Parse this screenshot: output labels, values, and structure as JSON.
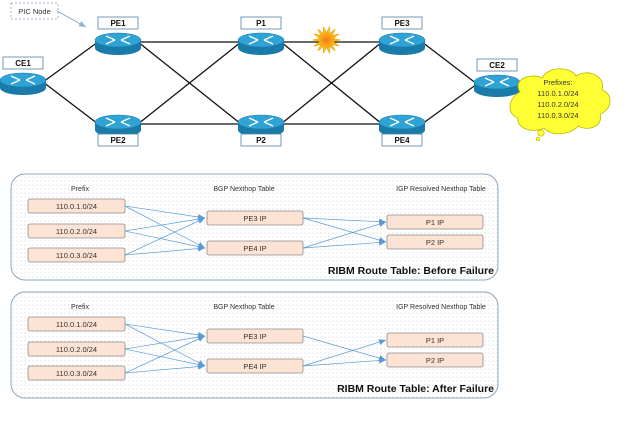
{
  "topology": {
    "callout": "PIC Node",
    "routers": [
      {
        "id": "CE1",
        "label": "CE1"
      },
      {
        "id": "PE1",
        "label": "PE1"
      },
      {
        "id": "PE2",
        "label": "PE2"
      },
      {
        "id": "P1",
        "label": "P1"
      },
      {
        "id": "P2",
        "label": "P2"
      },
      {
        "id": "PE3",
        "label": "PE3"
      },
      {
        "id": "PE4",
        "label": "PE4"
      },
      {
        "id": "CE2",
        "label": "CE2"
      }
    ],
    "links": [
      [
        "CE1",
        "PE1"
      ],
      [
        "CE1",
        "PE2"
      ],
      [
        "PE1",
        "P1"
      ],
      [
        "PE1",
        "P2"
      ],
      [
        "PE2",
        "P1"
      ],
      [
        "PE2",
        "P2"
      ],
      [
        "P1",
        "PE3"
      ],
      [
        "P1",
        "PE4"
      ],
      [
        "P2",
        "PE3"
      ],
      [
        "P2",
        "PE4"
      ],
      [
        "PE3",
        "CE2"
      ],
      [
        "PE4",
        "CE2"
      ]
    ],
    "failed_link": [
      "P1",
      "PE3"
    ],
    "cloud": {
      "title": "Prefixes:",
      "lines": [
        "110.0.1.0/24",
        "110.0.2.0/24",
        "110.0.3.0/24"
      ]
    }
  },
  "tables": [
    {
      "title": "RIBM Route Table: Before  Failure",
      "col_prefix": "Prefix",
      "col_bgp": "BGP Nexthop  Table",
      "col_igp": "IGP Resolved Nexthop  Table",
      "prefixes": [
        "110.0.1.0/24",
        "110.0.2.0/24",
        "110.0.3.0/24"
      ],
      "bgp": [
        "PE3 IP",
        "PE4 IP"
      ],
      "igp": [
        "P1 IP",
        "P2 IP"
      ],
      "bgp_to_igp": [
        [
          0,
          0
        ],
        [
          0,
          1
        ],
        [
          1,
          0
        ],
        [
          1,
          1
        ]
      ]
    },
    {
      "title": "RIBM Route Table: After  Failure",
      "col_prefix": "Prefix",
      "col_bgp": "BGP Nexthop  Table",
      "col_igp": "IGP Resolved Nexthop  Table",
      "prefixes": [
        "110.0.1.0/24",
        "110.0.2.0/24",
        "110.0.3.0/24"
      ],
      "bgp": [
        "PE3 IP",
        "PE4 IP"
      ],
      "igp": [
        "P1 IP",
        "P2 IP"
      ],
      "bgp_to_igp": [
        [
          0,
          1
        ],
        [
          1,
          0
        ],
        [
          1,
          1
        ]
      ]
    }
  ],
  "colors": {
    "router_top": "#2fa3d6",
    "router_side": "#1a7aa8",
    "box_fill": "#fde3d4",
    "arrow": "#5b9bd5",
    "cloud": "#ffff33"
  }
}
